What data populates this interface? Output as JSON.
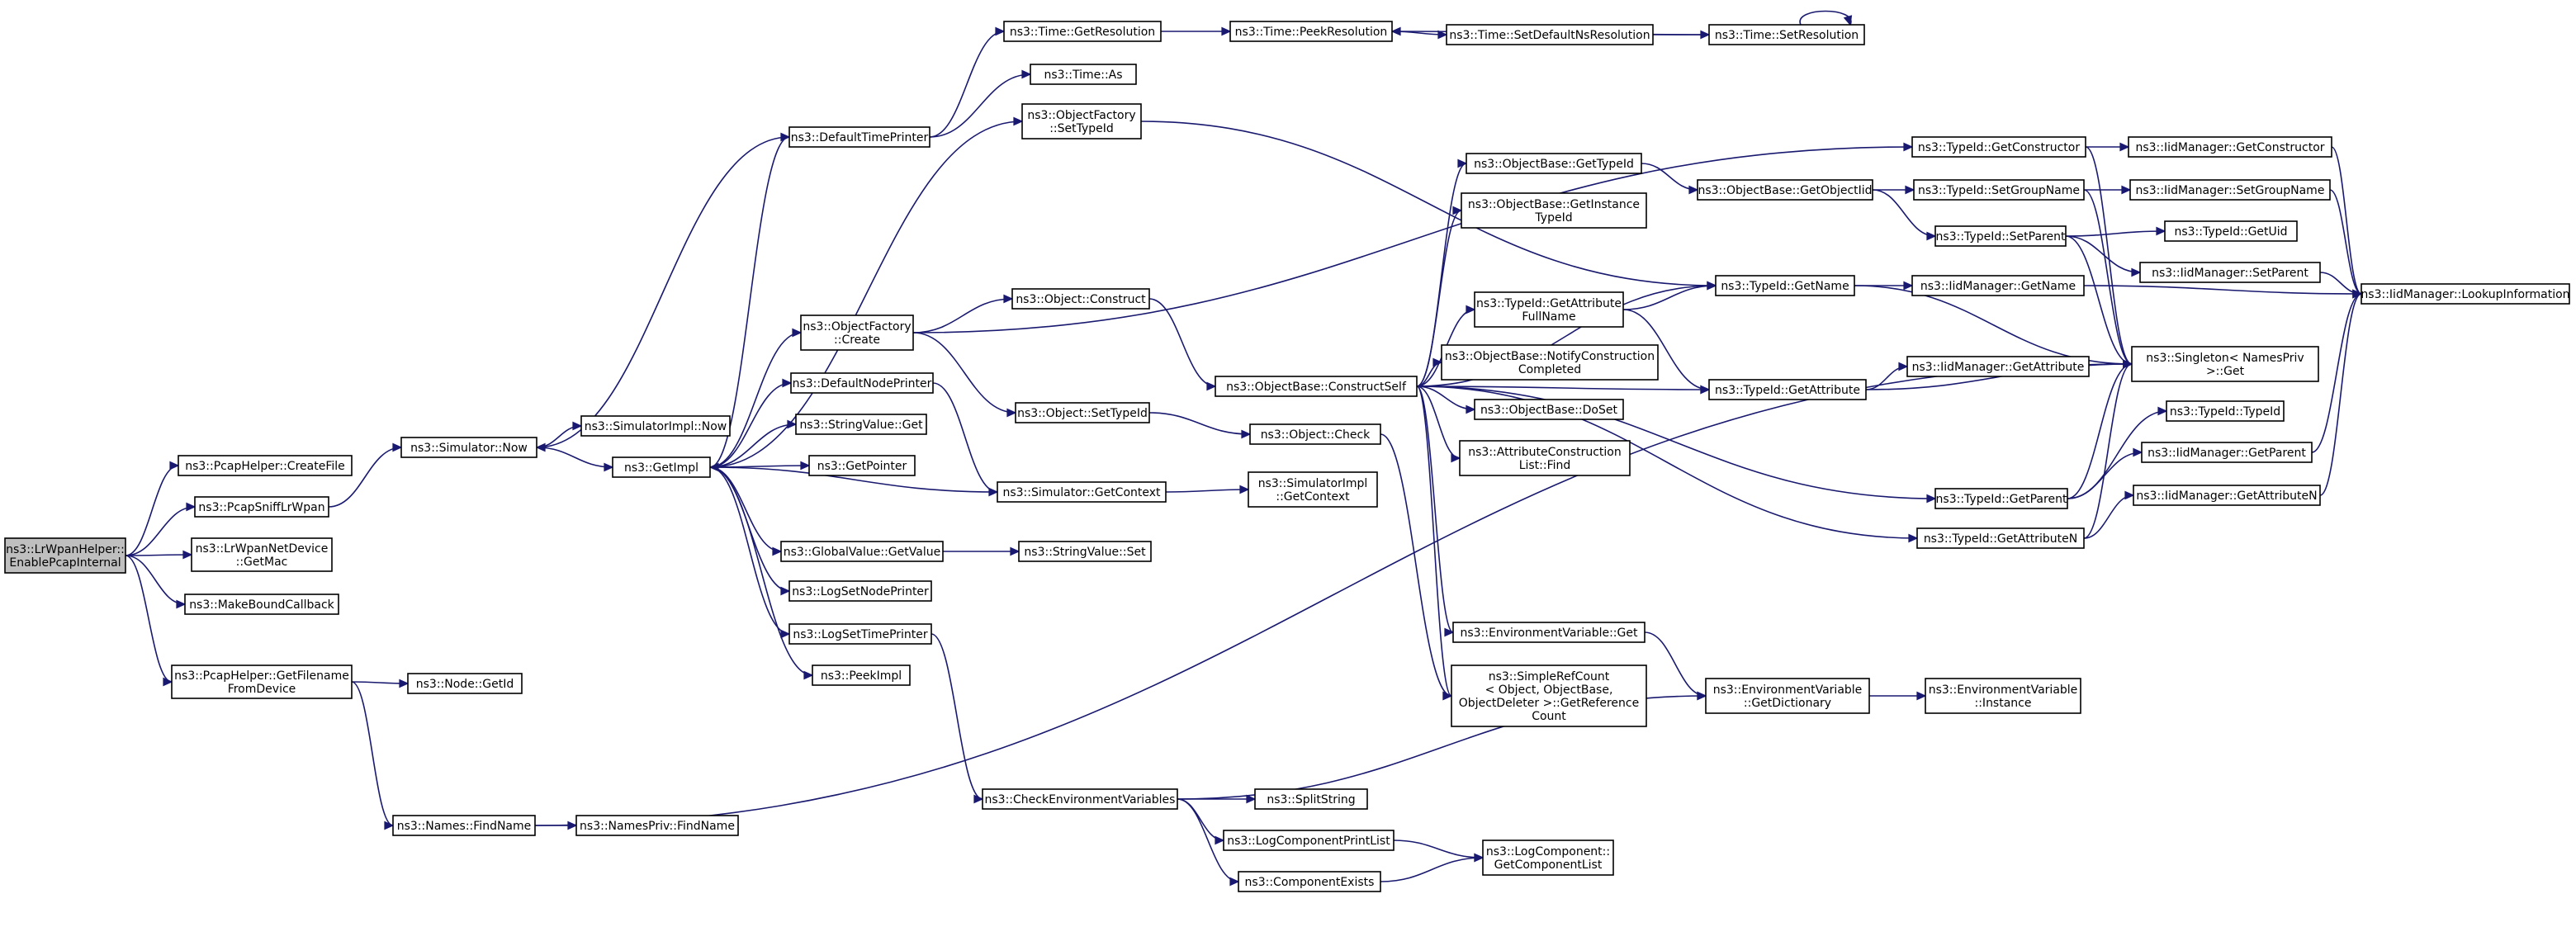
{
  "graph": {
    "colors": {
      "edge": "#191970",
      "node_border": "#000000",
      "root_fill": "#bfbfbf",
      "node_fill": "#ffffff"
    },
    "nodes": [
      {
        "id": "root",
        "lines": [
          "ns3::LrWpanHelper::",
          "EnablePcapInternal"
        ],
        "root": true
      },
      {
        "id": "createFile",
        "lines": [
          "ns3::PcapHelper::CreateFile"
        ]
      },
      {
        "id": "sniff",
        "lines": [
          "ns3::PcapSniffLrWpan"
        ]
      },
      {
        "id": "getMac",
        "lines": [
          "ns3::LrWpanNetDevice",
          "::GetMac"
        ]
      },
      {
        "id": "mbc",
        "lines": [
          "ns3::MakeBoundCallback"
        ]
      },
      {
        "id": "getFilename",
        "lines": [
          "ns3::PcapHelper::GetFilename",
          "FromDevice"
        ]
      },
      {
        "id": "simNow",
        "lines": [
          "ns3::Simulator::Now"
        ]
      },
      {
        "id": "simImplNow",
        "lines": [
          "ns3::SimulatorImpl::Now"
        ]
      },
      {
        "id": "getImpl",
        "lines": [
          "ns3::GetImpl"
        ]
      },
      {
        "id": "nodeGetId",
        "lines": [
          "ns3::Node::GetId"
        ]
      },
      {
        "id": "namesFind",
        "lines": [
          "ns3::Names::FindName"
        ]
      },
      {
        "id": "namesPrivFind",
        "lines": [
          "ns3::NamesPriv::FindName"
        ]
      },
      {
        "id": "dtp",
        "lines": [
          "ns3::DefaultTimePrinter"
        ]
      },
      {
        "id": "ofCreate",
        "lines": [
          "ns3::ObjectFactory",
          "::Create"
        ]
      },
      {
        "id": "dnp",
        "lines": [
          "ns3::DefaultNodePrinter"
        ]
      },
      {
        "id": "svGet",
        "lines": [
          "ns3::StringValue::Get"
        ]
      },
      {
        "id": "getPointer",
        "lines": [
          "ns3::GetPointer"
        ]
      },
      {
        "id": "gvGet",
        "lines": [
          "ns3::GlobalValue::GetValue"
        ]
      },
      {
        "id": "logSetNode",
        "lines": [
          "ns3::LogSetNodePrinter"
        ]
      },
      {
        "id": "logSetTime",
        "lines": [
          "ns3::LogSetTimePrinter"
        ]
      },
      {
        "id": "peekImpl",
        "lines": [
          "ns3::PeekImpl"
        ]
      },
      {
        "id": "timeGetRes",
        "lines": [
          "ns3::Time::GetResolution"
        ]
      },
      {
        "id": "timeAs",
        "lines": [
          "ns3::Time::As"
        ]
      },
      {
        "id": "ofSetTypeId",
        "lines": [
          "ns3::ObjectFactory",
          "::SetTypeId"
        ]
      },
      {
        "id": "objConstruct",
        "lines": [
          "ns3::Object::Construct"
        ]
      },
      {
        "id": "objSetTypeId",
        "lines": [
          "ns3::Object::SetTypeId"
        ]
      },
      {
        "id": "simGetCtx",
        "lines": [
          "ns3::Simulator::GetContext"
        ]
      },
      {
        "id": "svSet",
        "lines": [
          "ns3::StringValue::Set"
        ]
      },
      {
        "id": "checkEnv",
        "lines": [
          "ns3::CheckEnvironmentVariables"
        ]
      },
      {
        "id": "peekRes",
        "lines": [
          "ns3::Time::PeekResolution"
        ]
      },
      {
        "id": "setDefNs",
        "lines": [
          "ns3::Time::SetDefaultNsResolution"
        ]
      },
      {
        "id": "setRes",
        "lines": [
          "ns3::Time::SetResolution"
        ]
      },
      {
        "id": "cs",
        "lines": [
          "ns3::ObjectBase::ConstructSelf"
        ]
      },
      {
        "id": "objCheck",
        "lines": [
          "ns3::Object::Check"
        ]
      },
      {
        "id": "simImplGetCtx",
        "lines": [
          "ns3::SimulatorImpl",
          "::GetContext"
        ]
      },
      {
        "id": "splitString",
        "lines": [
          "ns3::SplitString"
        ]
      },
      {
        "id": "lcPrintList",
        "lines": [
          "ns3::LogComponentPrintList"
        ]
      },
      {
        "id": "compExists",
        "lines": [
          "ns3::ComponentExists"
        ]
      },
      {
        "id": "obGetTypeId",
        "lines": [
          "ns3::ObjectBase::GetTypeId"
        ]
      },
      {
        "id": "obGetInst",
        "lines": [
          "ns3::ObjectBase::GetInstance",
          "TypeId"
        ]
      },
      {
        "id": "tidGetAttrFull",
        "lines": [
          "ns3::TypeId::GetAttribute",
          "FullName"
        ]
      },
      {
        "id": "obNotify",
        "lines": [
          "ns3::ObjectBase::NotifyConstruction",
          "Completed"
        ]
      },
      {
        "id": "obDoSet",
        "lines": [
          "ns3::ObjectBase::DoSet"
        ]
      },
      {
        "id": "acFind",
        "lines": [
          "ns3::AttributeConstruction",
          "List::Find"
        ]
      },
      {
        "id": "envGet",
        "lines": [
          "ns3::EnvironmentVariable::Get"
        ]
      },
      {
        "id": "srcGetRef",
        "lines": [
          "ns3::SimpleRefCount",
          "< Object, ObjectBase,",
          "ObjectDeleter >::GetReference",
          "Count"
        ]
      },
      {
        "id": "lcGetList",
        "lines": [
          "ns3::LogComponent::",
          "GetComponentList"
        ]
      },
      {
        "id": "obGetObjTid",
        "lines": [
          "ns3::ObjectBase::GetObjectIid"
        ]
      },
      {
        "id": "tidGetName",
        "lines": [
          "ns3::TypeId::GetName"
        ]
      },
      {
        "id": "tidGetAttr",
        "lines": [
          "ns3::TypeId::GetAttribute"
        ]
      },
      {
        "id": "envGetDict",
        "lines": [
          "ns3::EnvironmentVariable",
          "::GetDictionary"
        ]
      },
      {
        "id": "tidGetCtor",
        "lines": [
          "ns3::TypeId::GetConstructor"
        ]
      },
      {
        "id": "tidSetGroup",
        "lines": [
          "ns3::TypeId::SetGroupName"
        ]
      },
      {
        "id": "tidSetParent",
        "lines": [
          "ns3::TypeId::SetParent"
        ]
      },
      {
        "id": "iidGetName",
        "lines": [
          "ns3::IidManager::GetName"
        ]
      },
      {
        "id": "iidGetAttr",
        "lines": [
          "ns3::IidManager::GetAttribute"
        ]
      },
      {
        "id": "tidGetParent",
        "lines": [
          "ns3::TypeId::GetParent"
        ]
      },
      {
        "id": "tidGetAttrN",
        "lines": [
          "ns3::TypeId::GetAttributeN"
        ]
      },
      {
        "id": "envInstance",
        "lines": [
          "ns3::EnvironmentVariable",
          "::Instance"
        ]
      },
      {
        "id": "iidGetCtor",
        "lines": [
          "ns3::IidManager::GetConstructor"
        ]
      },
      {
        "id": "iidSetGroup",
        "lines": [
          "ns3::IidManager::SetGroupName"
        ]
      },
      {
        "id": "tidGetUid",
        "lines": [
          "ns3::TypeId::GetUid"
        ]
      },
      {
        "id": "iidSetParent",
        "lines": [
          "ns3::IidManager::SetParent"
        ]
      },
      {
        "id": "singletonGet",
        "lines": [
          "ns3::Singleton< NamesPriv",
          "  >::Get"
        ]
      },
      {
        "id": "tidTypeId",
        "lines": [
          "ns3::TypeId::TypeId"
        ]
      },
      {
        "id": "iidGetParent",
        "lines": [
          "ns3::IidManager::GetParent"
        ]
      },
      {
        "id": "iidGetAttrN",
        "lines": [
          "ns3::IidManager::GetAttributeN"
        ]
      },
      {
        "id": "iidLookup",
        "lines": [
          "ns3::IidManager::LookupInformation"
        ]
      }
    ],
    "edges": [
      [
        "root",
        "createFile"
      ],
      [
        "root",
        "sniff"
      ],
      [
        "root",
        "getMac"
      ],
      [
        "root",
        "mbc"
      ],
      [
        "root",
        "getFilename"
      ],
      [
        "sniff",
        "simNow"
      ],
      [
        "simNow",
        "simImplNow"
      ],
      [
        "simNow",
        "getImpl"
      ],
      [
        "getFilename",
        "nodeGetId"
      ],
      [
        "getFilename",
        "namesFind"
      ],
      [
        "namesFind",
        "namesPrivFind"
      ],
      [
        "namesFind",
        "singletonGet"
      ],
      [
        "getImpl",
        "dtp"
      ],
      [
        "getImpl",
        "ofCreate"
      ],
      [
        "getImpl",
        "dnp"
      ],
      [
        "getImpl",
        "svGet"
      ],
      [
        "getImpl",
        "getPointer"
      ],
      [
        "getImpl",
        "gvGet"
      ],
      [
        "getImpl",
        "logSetNode"
      ],
      [
        "getImpl",
        "logSetTime"
      ],
      [
        "getImpl",
        "peekImpl"
      ],
      [
        "getImpl",
        "ofSetTypeId"
      ],
      [
        "dtp",
        "simNow"
      ],
      [
        "dtp",
        "timeGetRes"
      ],
      [
        "dtp",
        "timeAs"
      ],
      [
        "ofCreate",
        "objConstruct"
      ],
      [
        "ofCreate",
        "objSetTypeId"
      ],
      [
        "ofCreate",
        "tidGetCtor"
      ],
      [
        "dnp",
        "simGetCtx"
      ],
      [
        "gvGet",
        "svSet"
      ],
      [
        "logSetTime",
        "checkEnv"
      ],
      [
        "simGetCtx",
        "getImpl"
      ],
      [
        "simGetCtx",
        "simImplGetCtx"
      ],
      [
        "timeGetRes",
        "peekRes"
      ],
      [
        "peekRes",
        "setDefNs"
      ],
      [
        "setDefNs",
        "setRes"
      ],
      [
        "setRes",
        "peekRes"
      ],
      [
        "setRes",
        "setRes"
      ],
      [
        "ofSetTypeId",
        "tidGetName"
      ],
      [
        "objConstruct",
        "cs"
      ],
      [
        "objSetTypeId",
        "objCheck"
      ],
      [
        "objCheck",
        "srcGetRef"
      ],
      [
        "checkEnv",
        "splitString"
      ],
      [
        "checkEnv",
        "lcPrintList"
      ],
      [
        "checkEnv",
        "compExists"
      ],
      [
        "checkEnv",
        "envGetDict"
      ],
      [
        "lcPrintList",
        "lcGetList"
      ],
      [
        "compExists",
        "lcGetList"
      ],
      [
        "cs",
        "obGetTypeId"
      ],
      [
        "cs",
        "obGetInst"
      ],
      [
        "cs",
        "tidGetAttrFull"
      ],
      [
        "cs",
        "obNotify"
      ],
      [
        "cs",
        "obDoSet"
      ],
      [
        "cs",
        "acFind"
      ],
      [
        "cs",
        "envGet"
      ],
      [
        "cs",
        "tidGetName"
      ],
      [
        "cs",
        "tidGetAttr"
      ],
      [
        "cs",
        "tidGetParent"
      ],
      [
        "cs",
        "tidGetAttrN"
      ],
      [
        "cs",
        "srcGetRef"
      ],
      [
        "obGetTypeId",
        "obGetObjTid"
      ],
      [
        "obGetObjTid",
        "tidSetGroup"
      ],
      [
        "obGetObjTid",
        "tidSetParent"
      ],
      [
        "tidGetAttrFull",
        "tidGetName"
      ],
      [
        "tidGetAttrFull",
        "tidGetAttr"
      ],
      [
        "tidGetName",
        "iidGetName"
      ],
      [
        "tidGetName",
        "singletonGet"
      ],
      [
        "tidGetAttr",
        "iidGetAttr"
      ],
      [
        "tidGetAttr",
        "singletonGet"
      ],
      [
        "envGet",
        "envGetDict"
      ],
      [
        "envGetDict",
        "envInstance"
      ],
      [
        "tidGetCtor",
        "iidGetCtor"
      ],
      [
        "tidGetCtor",
        "singletonGet"
      ],
      [
        "tidSetGroup",
        "iidSetGroup"
      ],
      [
        "tidSetGroup",
        "singletonGet"
      ],
      [
        "tidSetParent",
        "tidGetUid"
      ],
      [
        "tidSetParent",
        "iidSetParent"
      ],
      [
        "tidSetParent",
        "singletonGet"
      ],
      [
        "iidGetName",
        "iidLookup"
      ],
      [
        "iidGetCtor",
        "iidLookup"
      ],
      [
        "iidSetGroup",
        "iidLookup"
      ],
      [
        "iidSetParent",
        "iidLookup"
      ],
      [
        "iidGetParent",
        "iidLookup"
      ],
      [
        "iidGetAttrN",
        "iidLookup"
      ],
      [
        "tidGetParent",
        "tidTypeId"
      ],
      [
        "tidGetParent",
        "iidGetParent"
      ],
      [
        "tidGetParent",
        "singletonGet"
      ],
      [
        "tidGetAttrN",
        "iidGetAttrN"
      ],
      [
        "tidGetAttrN",
        "singletonGet"
      ]
    ]
  }
}
